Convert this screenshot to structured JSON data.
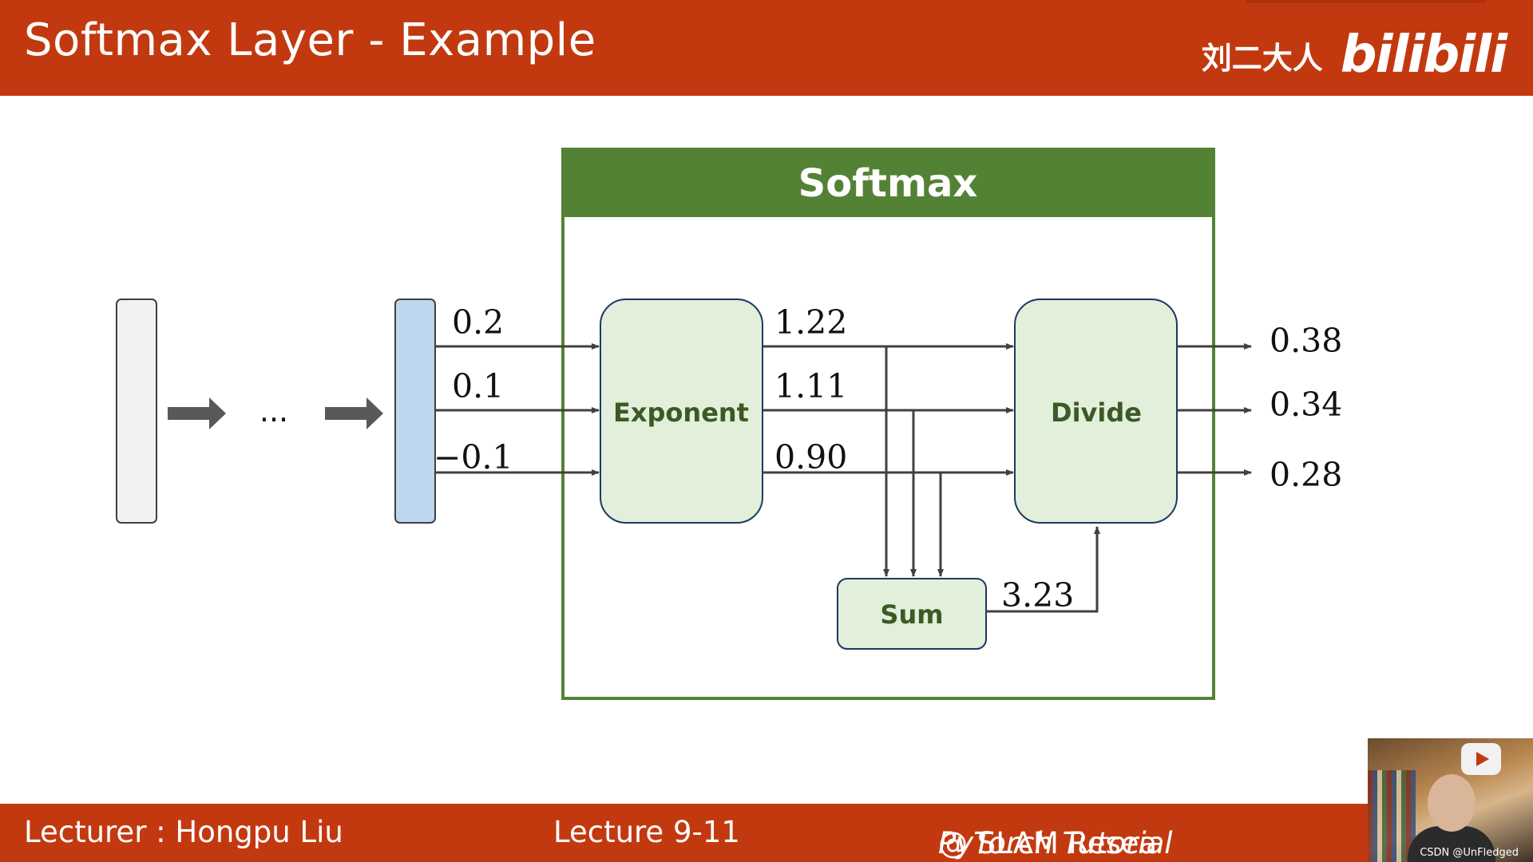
{
  "header": {
    "title": "Softmax Layer - Example",
    "brand_author": "刘二大人",
    "brand_logo": "bilibili"
  },
  "footer": {
    "lecturer": "Lecturer : Hongpu Liu",
    "lecture": "Lecture 9-11",
    "course_italic": "PyTorch Tutorial",
    "course_rest": " @ SLAM Resea"
  },
  "diagram": {
    "softmax_title": "Softmax",
    "ellipsis": "...",
    "inputs": [
      "0.2",
      "0.1",
      "−0.1"
    ],
    "exp_outputs": [
      "1.22",
      "1.11",
      "0.90"
    ],
    "sum_value": "3.23",
    "outputs": [
      "0.38",
      "0.34",
      "0.28"
    ],
    "exponent_label": "Exponent",
    "sum_label": "Sum",
    "divide_label": "Divide"
  },
  "colors": {
    "accent": "#c3390f",
    "softmax_green": "#548235",
    "box_fill": "#e2efda",
    "vector_blue": "#bdd7ee"
  },
  "watermark": "CSDN @UnFledged"
}
